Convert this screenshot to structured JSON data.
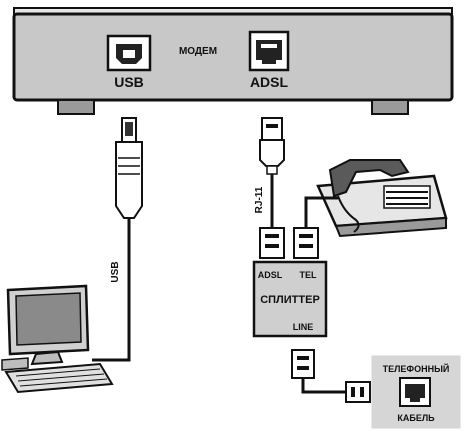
{
  "modem": {
    "title": "МОДЕМ",
    "usb_label": "USB",
    "adsl_label": "ADSL"
  },
  "cables": {
    "usb_label": "USB",
    "rj11_label": "RJ-11"
  },
  "splitter": {
    "title": "СПЛИТТЕР",
    "adsl_port": "ADSL",
    "tel_port": "TEL",
    "line_port": "LINE"
  },
  "wall_socket": {
    "line1": "ТЕЛЕФОННЫЙ",
    "line2": "КАБЕЛЬ"
  },
  "colors": {
    "modem_body": "#c8c8c8",
    "outline": "#111111",
    "splitter_body": "#cfcfcf",
    "port_fill": "#ffffff"
  }
}
